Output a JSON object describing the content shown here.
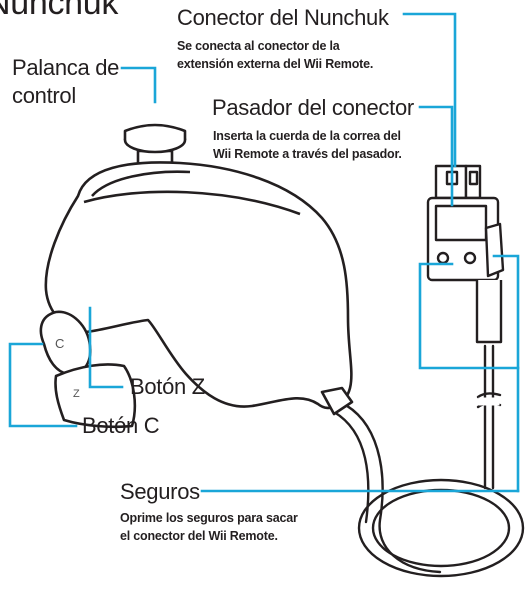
{
  "title_fragment": "Nunchuk",
  "callouts": {
    "connector": {
      "title": "Conector del Nunchuk",
      "desc_line1": "Se conecta al conector de la",
      "desc_line2": "extensión externa del Wii Remote."
    },
    "control_stick": {
      "line1": "Palanca de",
      "line2": "control"
    },
    "connector_hook": {
      "title": "Pasador del conector",
      "desc_line1": "Inserta la cuerda de la correa del",
      "desc_line2": "Wii Remote a través del pasador."
    },
    "z_button": {
      "title": "Botón Z"
    },
    "c_button": {
      "title": "Botón C"
    },
    "locks": {
      "title": "Seguros",
      "desc_line1": "Oprime los seguros para sacar",
      "desc_line2": "el conector del Wii Remote."
    }
  },
  "glyphs": {
    "c_mark": "C",
    "z_mark": "Z"
  },
  "colors": {
    "leader": "#1aa6d8",
    "outline": "#231f20",
    "fill": "#ffffff"
  }
}
